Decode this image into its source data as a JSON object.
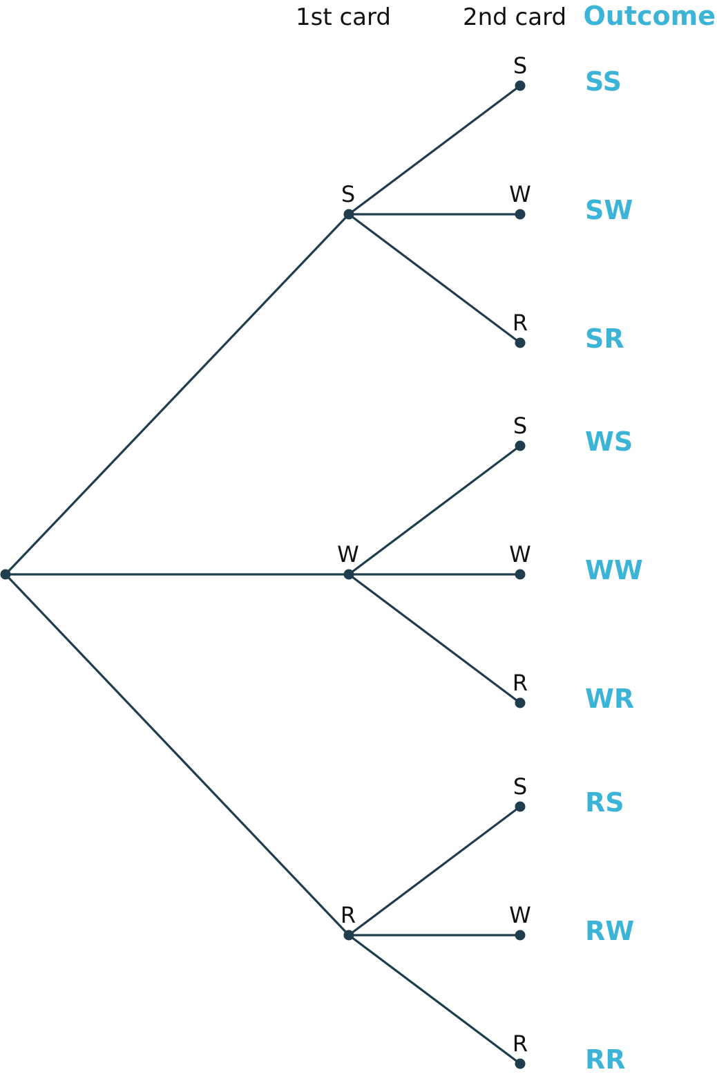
{
  "headers": {
    "first": "1st card",
    "second": "2nd card",
    "outcome": "Outcome"
  },
  "colors": {
    "line": "#1f3d4c",
    "outcome": "#3bb4d8"
  },
  "tree": {
    "first": [
      {
        "label": "S",
        "second": [
          "S",
          "W",
          "R"
        ],
        "outcomes": [
          "SS",
          "SW",
          "SR"
        ]
      },
      {
        "label": "W",
        "second": [
          "S",
          "W",
          "R"
        ],
        "outcomes": [
          "WS",
          "WW",
          "WR"
        ]
      },
      {
        "label": "R",
        "second": [
          "S",
          "W",
          "R"
        ],
        "outcomes": [
          "RS",
          "RW",
          "RR"
        ]
      }
    ]
  }
}
